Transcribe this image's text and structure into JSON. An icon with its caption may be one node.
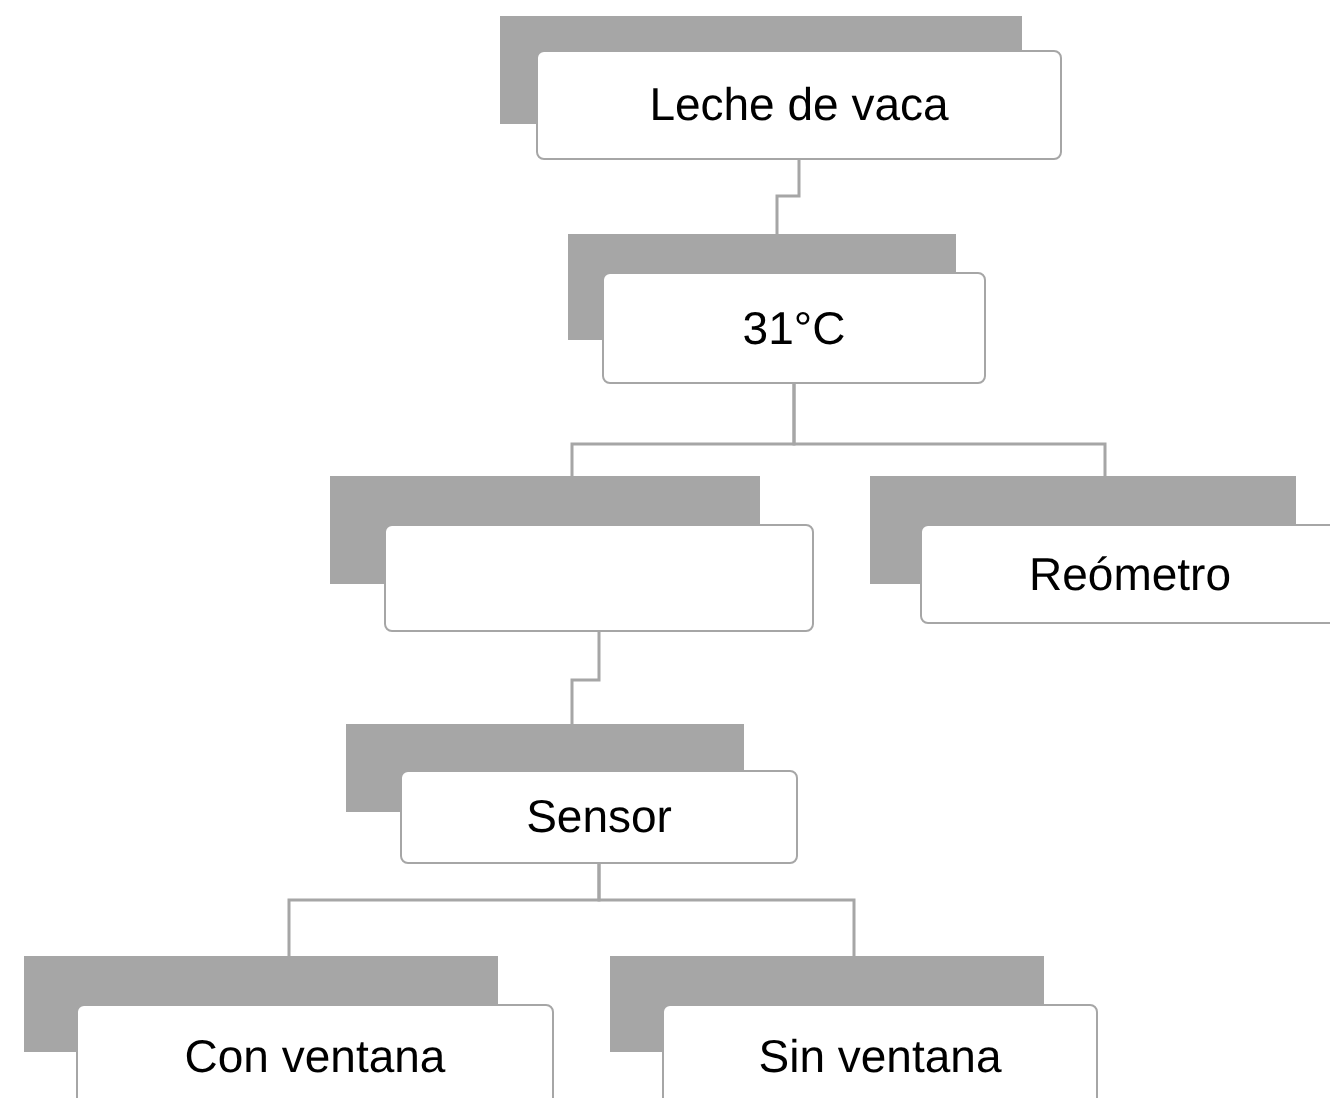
{
  "diagram": {
    "nodes": [
      {
        "text": [
          "Leche de vaca"
        ]
      },
      {
        "text": [
          "31°C"
        ]
      },
      {
        "text": [],
        "shape": "box"
      },
      {
        "text": [
          "Reómetro"
        ]
      },
      {
        "text": [
          "Sensor"
        ]
      },
      {
        "text": [
          "Con ventana"
        ]
      },
      {
        "text": [
          "Sin ventana"
        ]
      }
    ],
    "edges": [
      {
        "from": 0,
        "to": 1,
        "arrow": "none"
      },
      {
        "from": 1,
        "to": 2,
        "arrow": "none"
      },
      {
        "from": 1,
        "to": 3,
        "arrow": "none"
      },
      {
        "from": 2,
        "to": 4,
        "arrow": "none"
      },
      {
        "from": 4,
        "to": 5,
        "arrow": "none"
      },
      {
        "from": 4,
        "to": 6,
        "arrow": "none"
      }
    ]
  }
}
